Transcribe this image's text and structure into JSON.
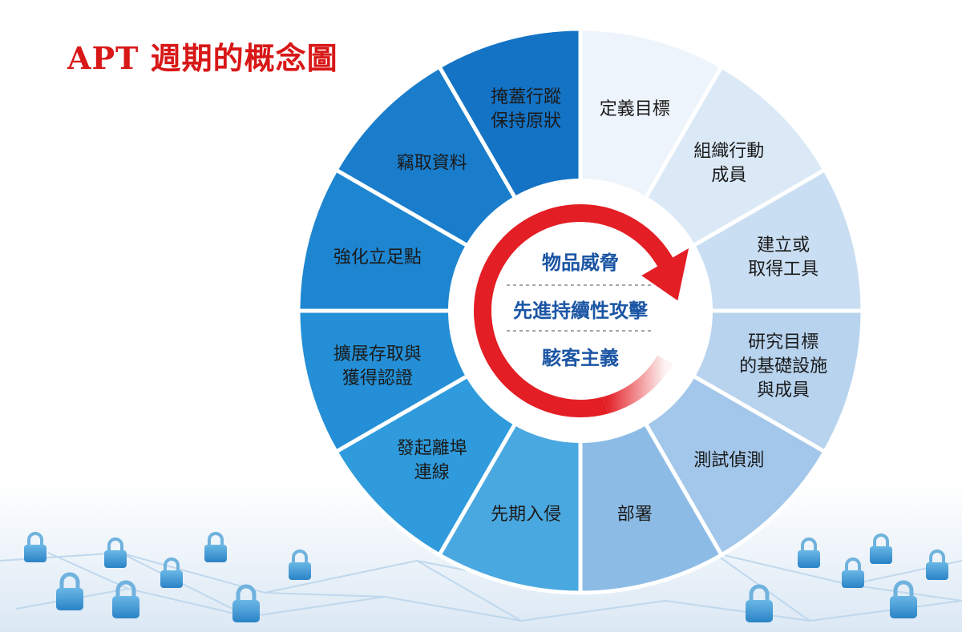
{
  "title": "APT 週期的概念圖",
  "center": {
    "lines": [
      "物品威脅",
      "先進持續性攻擊",
      "駭客主義"
    ]
  },
  "segments": [
    {
      "lines": [
        "定義目標"
      ],
      "color": "#eef4fb",
      "text_color": "#1a1a1a"
    },
    {
      "lines": [
        "組織行動",
        "成員"
      ],
      "color": "#dbe9f7",
      "text_color": "#1a1a1a"
    },
    {
      "lines": [
        "建立或",
        "取得工具"
      ],
      "color": "#c9def2",
      "text_color": "#1a1a1a"
    },
    {
      "lines": [
        "研究目標",
        "的基礎設施",
        "與成員"
      ],
      "color": "#b7d3ee",
      "text_color": "#1a1a1a"
    },
    {
      "lines": [
        "測試偵測"
      ],
      "color": "#a3c7ea",
      "text_color": "#1a1a1a"
    },
    {
      "lines": [
        "部署"
      ],
      "color": "#8cbce6",
      "text_color": "#1a1a1a"
    },
    {
      "lines": [
        "先期入侵"
      ],
      "color": "#4aa8e0",
      "text_color": "#1a1a1a"
    },
    {
      "lines": [
        "發起離埠",
        "連線"
      ],
      "color": "#2f9bdc",
      "text_color": "#1a1a1a"
    },
    {
      "lines": [
        "擴展存取與",
        "獲得認證"
      ],
      "color": "#248fd6",
      "text_color": "#1a1a1a"
    },
    {
      "lines": [
        "強化立足點"
      ],
      "color": "#1e86d1",
      "text_color": "#1a1a1a"
    },
    {
      "lines": [
        "竊取資料"
      ],
      "color": "#197dcb",
      "text_color": "#1a1a1a"
    },
    {
      "lines": [
        "掩蓋行蹤",
        "保持原狀"
      ],
      "color": "#1473c4",
      "text_color": "#1a1a1a"
    }
  ],
  "colors": {
    "title": "#d81717",
    "arrow": "#e31e24",
    "center_text": "#1b55a4"
  }
}
